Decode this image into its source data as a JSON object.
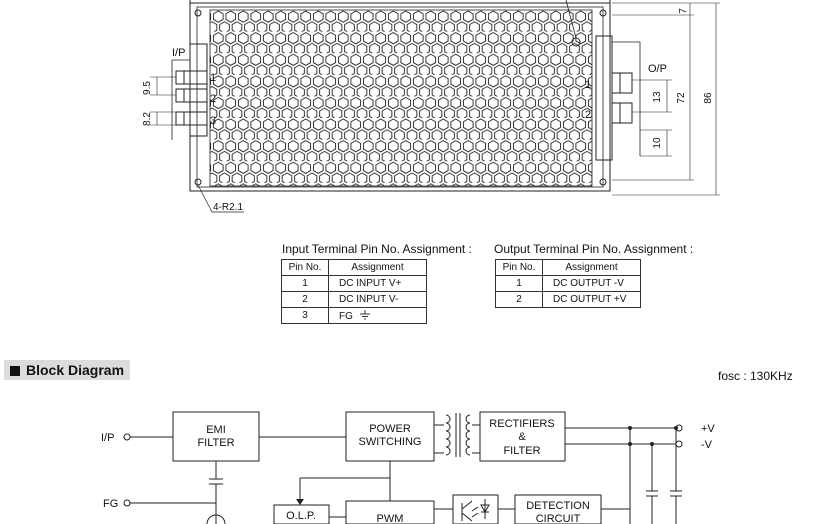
{
  "drawing": {
    "ip_label": "I/P",
    "op_label": "O/P",
    "input_pins": [
      "1",
      "2",
      "3"
    ],
    "output_pins": [
      "1",
      "2"
    ],
    "dim_9_5": "9.5",
    "dim_8_2": "8.2",
    "dim_13": "13",
    "dim_10": "10",
    "dim_7": "7",
    "dim_72": "72",
    "dim_86": "86",
    "mount_hole": "4-R2.1"
  },
  "input_table": {
    "title": "Input Terminal Pin No.  Assignment :",
    "headers": [
      "Pin No.",
      "Assignment"
    ],
    "rows": [
      {
        "pin": "1",
        "assignment": "DC INPUT V+"
      },
      {
        "pin": "2",
        "assignment": "DC INPUT V-"
      },
      {
        "pin": "3",
        "assignment": "FG"
      }
    ]
  },
  "output_table": {
    "title": "Output Terminal Pin No.  Assignment :",
    "headers": [
      "Pin No.",
      "Assignment"
    ],
    "rows": [
      {
        "pin": "1",
        "assignment": "DC OUTPUT -V"
      },
      {
        "pin": "2",
        "assignment": "DC OUTPUT +V"
      }
    ]
  },
  "block_diagram": {
    "title": "Block Diagram",
    "fosc": "fosc : 130KHz",
    "ip": "I/P",
    "fg": "FG",
    "emi_1": "EMI",
    "emi_2": "FILTER",
    "power_1": "POWER",
    "power_2": "SWITCHING",
    "rect_1": "RECTIFIERS",
    "rect_2": "&",
    "rect_3": "FILTER",
    "plus_v": "+V",
    "minus_v": "-V",
    "olp": "O.L.P.",
    "pwm": "PWM",
    "det_1": "DETECTION",
    "det_2": "CIRCUIT"
  }
}
